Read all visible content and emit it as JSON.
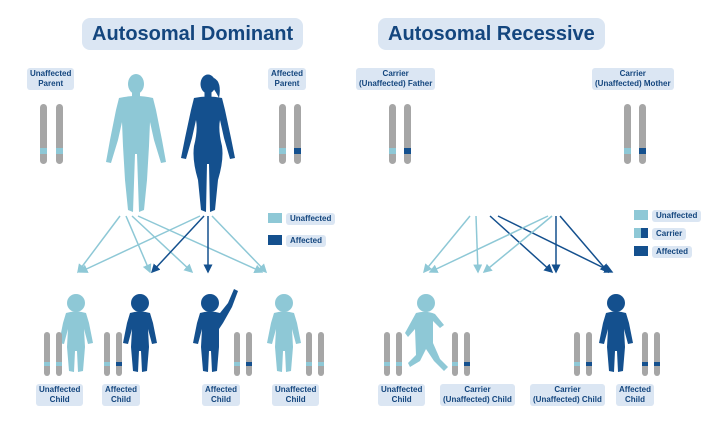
{
  "colors": {
    "light": "#8ec8d6",
    "dark": "#14508e",
    "chromosome_gray": "#a6a6a6",
    "label_bg": "#dbe6f3",
    "label_text": "#14467e"
  },
  "dominant": {
    "title": "Autosomal Dominant",
    "parent_left_label": [
      "Unaffected",
      "Parent"
    ],
    "parent_right_label": [
      "Affected",
      "Parent"
    ],
    "legend": [
      "Unaffected",
      "Affected"
    ],
    "children": [
      [
        "Unaffected",
        "Child"
      ],
      [
        "Affected",
        "Child"
      ],
      [
        "Affected",
        "Child"
      ],
      [
        "Unaffected",
        "Child"
      ]
    ]
  },
  "recessive": {
    "title": "Autosomal Recessive",
    "parent_left_label": [
      "Carrier",
      "(Unaffected) Father"
    ],
    "parent_right_label": [
      "Carrier",
      "(Unaffected) Mother"
    ],
    "legend": [
      "Unaffected",
      "Carrier",
      "Affected"
    ],
    "children": [
      [
        "Unaffected",
        "Child"
      ],
      [
        "Carrier",
        "(Unaffected) Child"
      ],
      [
        "Carrier",
        "(Unaffected) Child"
      ],
      [
        "Affected",
        "Child"
      ]
    ]
  }
}
